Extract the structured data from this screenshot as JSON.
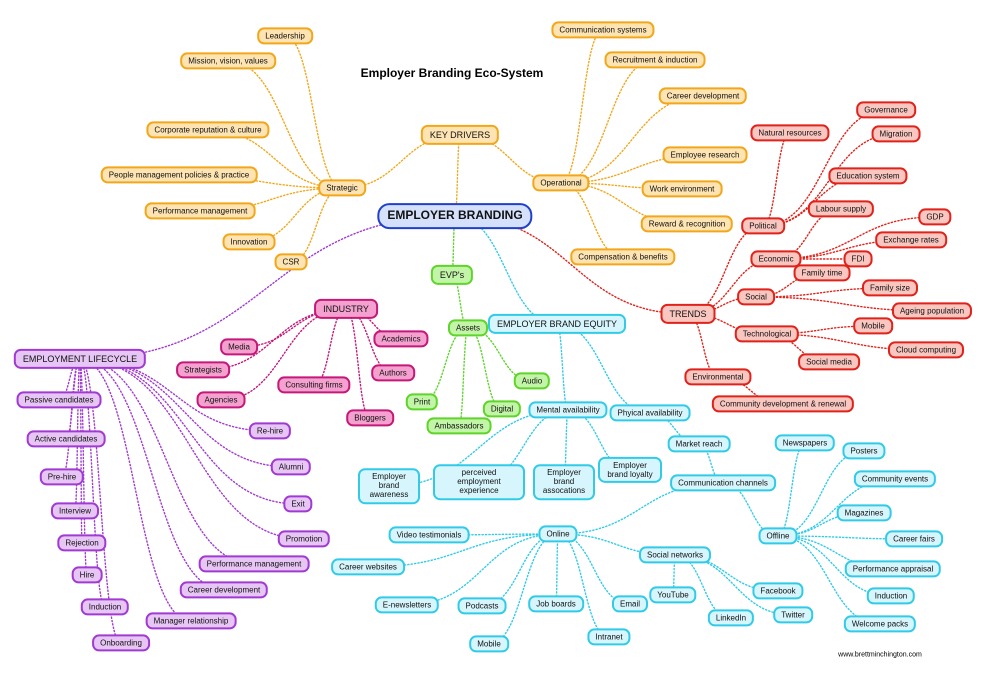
{
  "title": "Employer Branding Eco-System",
  "website": "www.brettminchington.com",
  "colors": {
    "orange": "#f2a71b",
    "red": "#e0221b",
    "pink": "#c4187a",
    "purple": "#a13ad1",
    "green": "#5fd42a",
    "cyan": "#31cbe8",
    "blue": "#1f3fcf"
  },
  "nodes": {
    "root": "EMPLOYER BRANDING",
    "key_drivers": "KEY DRIVERS",
    "strategic": "Strategic",
    "operational": "Operational",
    "leadership": "Leadership",
    "mission": "Mission, vision, values",
    "corp_rep": "Corporate reputation & culture",
    "people_mgmt": "People management policies & practice",
    "perf_mgmt": "Performance management",
    "innovation": "Innovation",
    "csr": "CSR",
    "comm_systems": "Communication systems",
    "recruitment": "Recruitment & induction",
    "career_dev": "Career development",
    "employee_research": "Employee research",
    "work_env": "Work environment",
    "reward": "Reward & recognition",
    "comp": "Compensation & benefits",
    "trends": "TRENDS",
    "political": "Political",
    "economic": "Economic",
    "social": "Social",
    "technological": "Technological",
    "environmental": "Environmental",
    "natural_resources": "Natural resources",
    "governance": "Governance",
    "migration": "Migration",
    "education_system": "Education system",
    "labour_supply": "Labour supply",
    "gdp": "GDP",
    "exchange_rates": "Exchange rates",
    "fdi": "FDI",
    "family_time": "Family time",
    "family_size": "Family size",
    "ageing": "Ageing population",
    "mobile_t": "Mobile",
    "cloud": "Cloud computing",
    "social_media": "Social media",
    "community_dev": "Community development & renewal",
    "industry": "INDUSTRY",
    "media": "Media",
    "strategists": "Strategists",
    "agencies": "Agencies",
    "consulting": "Consulting firms",
    "bloggers": "Bloggers",
    "authors": "Authors",
    "academics": "Academics",
    "lifecycle": "EMPLOYMENT LIFECYCLE",
    "passive": "Passive candidates",
    "active": "Active candidates",
    "prehire": "Pre-hire",
    "interview": "Interview",
    "rejection": "Rejection",
    "hire": "Hire",
    "induction_l": "Induction",
    "onboarding": "Onboarding",
    "rehire": "Re-hire",
    "alumni": "Alumni",
    "exit": "Exit",
    "promotion": "Promotion",
    "perf_mgmt_l": "Performance management",
    "career_dev_l": "Career development",
    "manager_rel": "Manager relationship",
    "evps": "EVP's",
    "assets": "Assets",
    "print": "Print",
    "ambassadors": "Ambassadors",
    "digital": "Digital",
    "audio": "Audio",
    "equity": "EMPLOYER BRAND EQUITY",
    "mental": "Mental availability",
    "physical": "Phyical availability",
    "awareness": "Employer brand awareness",
    "perceived": "perceived employment experience",
    "associations": "Employer brand assocations",
    "loyalty": "Employer brand loyalty",
    "market_reach": "Market reach",
    "comm_channels": "Communication channels",
    "online": "Online",
    "offline": "Offline",
    "video": "Video testimonials",
    "career_sites": "Career websites",
    "enews": "E-newsletters",
    "podcasts": "Podcasts",
    "job_boards": "Job boards",
    "email": "Email",
    "intranet": "Intranet",
    "mobile_o": "Mobile",
    "social_networks": "Social networks",
    "youtube": "YouTube",
    "linkedin": "LinkedIn",
    "facebook": "Facebook",
    "twitter": "Twitter",
    "newspapers": "Newspapers",
    "posters": "Posters",
    "community_events": "Community events",
    "magazines": "Magazines",
    "career_fairs": "Career fairs",
    "perf_appraisal": "Performance appraisal",
    "induction_o": "Induction",
    "welcome": "Welcome packs"
  }
}
